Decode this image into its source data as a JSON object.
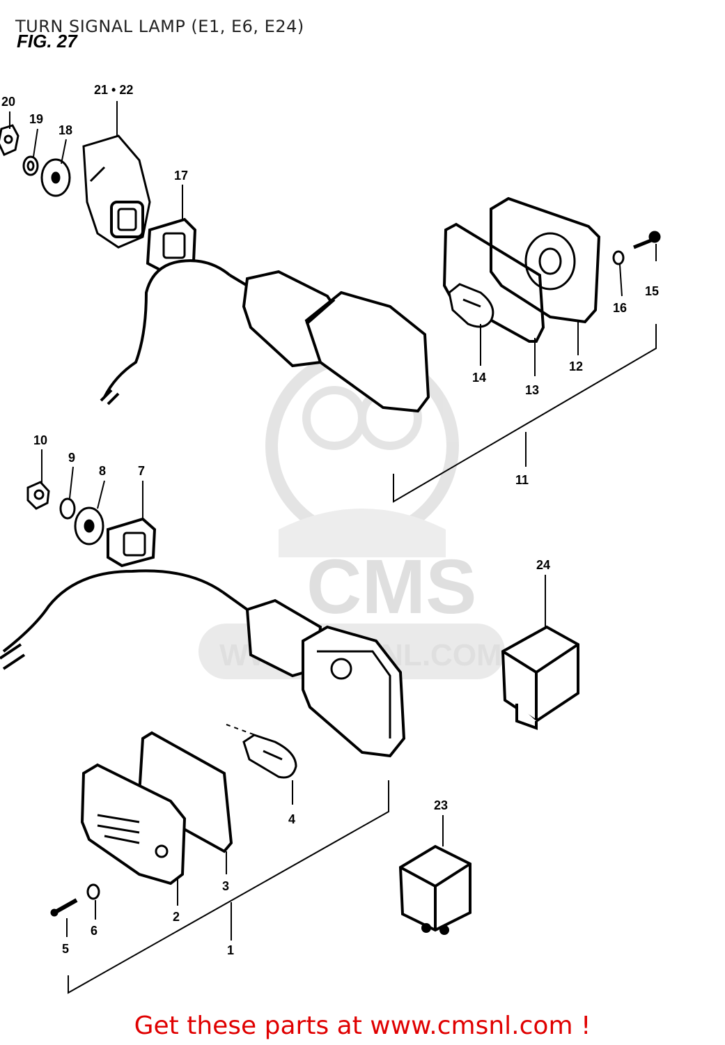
{
  "header": {
    "title": "TURN SIGNAL LAMP (E1, E6, E24)",
    "figure": "FIG. 27"
  },
  "parts": {
    "p1": "1",
    "p2": "2",
    "p3": "3",
    "p4": "4",
    "p5": "5",
    "p6": "6",
    "p7": "7",
    "p8": "8",
    "p9": "9",
    "p10": "10",
    "p11": "11",
    "p12": "12",
    "p13": "13",
    "p14": "14",
    "p15": "15",
    "p16": "16",
    "p17": "17",
    "p18": "18",
    "p19": "19",
    "p20": "20",
    "p21_22": "21 • 22",
    "p23": "23",
    "p24": "24"
  },
  "watermark": {
    "brand": "CMS",
    "url": "WWW.CMSNL.COM"
  },
  "footer": {
    "text": "Get these parts at www.cmsnl.com !",
    "color": "#e00000"
  }
}
